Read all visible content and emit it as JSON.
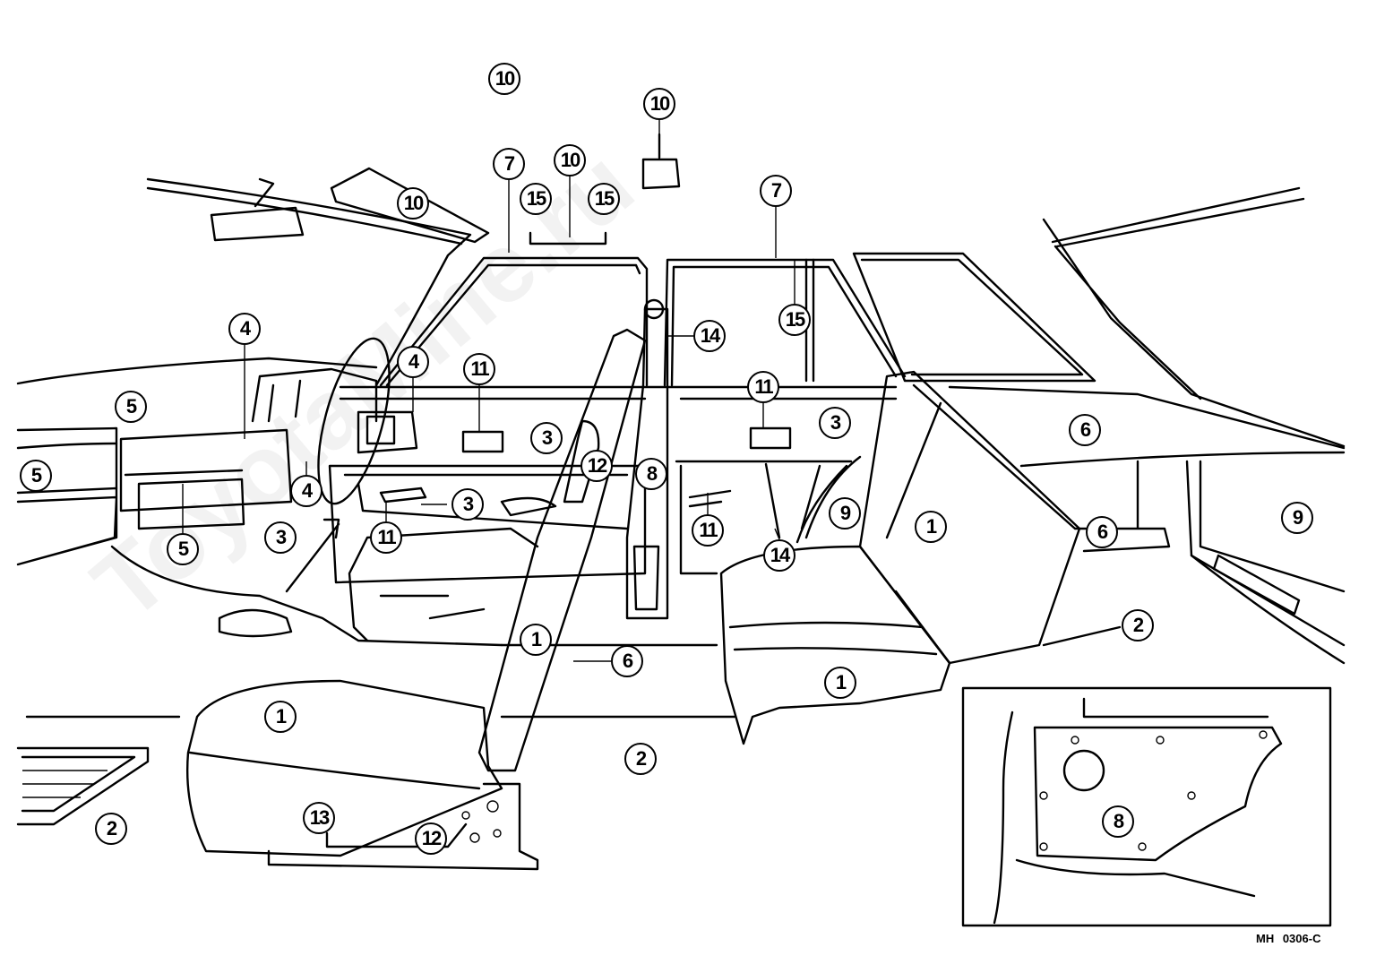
{
  "diagram": {
    "callouts": [
      "10",
      "10",
      "7",
      "10",
      "15",
      "15",
      "10",
      "7",
      "15",
      "14",
      "4",
      "4",
      "11",
      "11",
      "3",
      "6",
      "5",
      "3",
      "12",
      "8",
      "5",
      "4",
      "3",
      "11",
      "11",
      "14",
      "9",
      "1",
      "6",
      "9",
      "3",
      "5",
      "1",
      "6",
      "2",
      "1",
      "1",
      "2",
      "2",
      "13",
      "12",
      "8"
    ],
    "figure_code": "MH 0306-C",
    "watermark": "ToyotaMine.ru"
  }
}
